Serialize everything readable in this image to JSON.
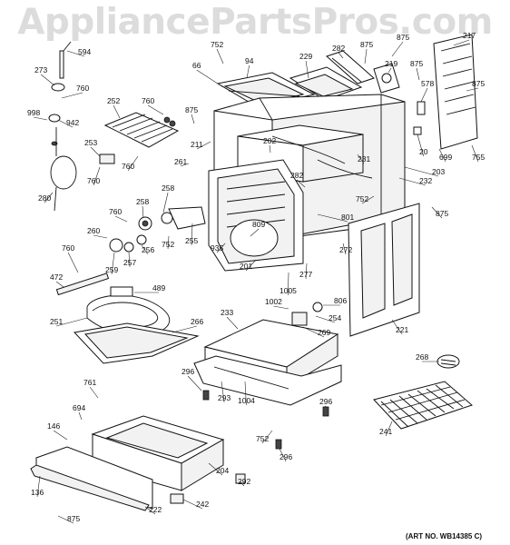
{
  "watermark": "AppliancePartsPros.com",
  "art_number": "(ART NO. WB14385 C)",
  "callouts": [
    {
      "id": "c1",
      "text": "752"
    },
    {
      "id": "c2",
      "text": "94"
    },
    {
      "id": "c3",
      "text": "282"
    },
    {
      "id": "c4",
      "text": "875"
    },
    {
      "id": "c5",
      "text": "875"
    },
    {
      "id": "c6",
      "text": "217"
    },
    {
      "id": "c7",
      "text": "594"
    },
    {
      "id": "c8",
      "text": "273"
    },
    {
      "id": "c9",
      "text": "760"
    },
    {
      "id": "c10",
      "text": "66"
    },
    {
      "id": "c11",
      "text": "229"
    },
    {
      "id": "c12",
      "text": "219"
    },
    {
      "id": "c13",
      "text": "875"
    },
    {
      "id": "c14",
      "text": "875"
    },
    {
      "id": "c15",
      "text": "578"
    },
    {
      "id": "c16",
      "text": "252"
    },
    {
      "id": "c17",
      "text": "760"
    },
    {
      "id": "c18",
      "text": "998"
    },
    {
      "id": "c19",
      "text": "942"
    },
    {
      "id": "c20",
      "text": "875"
    },
    {
      "id": "c21",
      "text": "211"
    },
    {
      "id": "c22",
      "text": "202"
    },
    {
      "id": "c23",
      "text": "253"
    },
    {
      "id": "c24",
      "text": "760"
    },
    {
      "id": "c25",
      "text": "760"
    },
    {
      "id": "c26",
      "text": "261"
    },
    {
      "id": "c27",
      "text": "20"
    },
    {
      "id": "c28",
      "text": "699"
    },
    {
      "id": "c29",
      "text": "755"
    },
    {
      "id": "c30",
      "text": "231"
    },
    {
      "id": "c31",
      "text": "203"
    },
    {
      "id": "c32",
      "text": "280"
    },
    {
      "id": "c33",
      "text": "282"
    },
    {
      "id": "c34",
      "text": "232"
    },
    {
      "id": "c35",
      "text": "258"
    },
    {
      "id": "c36",
      "text": "258"
    },
    {
      "id": "c37",
      "text": "752"
    },
    {
      "id": "c38",
      "text": "760"
    },
    {
      "id": "c39",
      "text": "809"
    },
    {
      "id": "c40",
      "text": "801"
    },
    {
      "id": "c41",
      "text": "875"
    },
    {
      "id": "c42",
      "text": "260"
    },
    {
      "id": "c43",
      "text": "256"
    },
    {
      "id": "c44",
      "text": "752"
    },
    {
      "id": "c45",
      "text": "255"
    },
    {
      "id": "c46",
      "text": "272"
    },
    {
      "id": "c47",
      "text": "760"
    },
    {
      "id": "c48",
      "text": "935"
    },
    {
      "id": "c49",
      "text": "259"
    },
    {
      "id": "c50",
      "text": "257"
    },
    {
      "id": "c51",
      "text": "201"
    },
    {
      "id": "c52",
      "text": "277"
    },
    {
      "id": "c53",
      "text": "472"
    },
    {
      "id": "c54",
      "text": "489"
    },
    {
      "id": "c55",
      "text": "1005"
    },
    {
      "id": "c56",
      "text": "1002"
    },
    {
      "id": "c57",
      "text": "806"
    },
    {
      "id": "c58",
      "text": "233"
    },
    {
      "id": "c59",
      "text": "254"
    },
    {
      "id": "c60",
      "text": "251"
    },
    {
      "id": "c61",
      "text": "266"
    },
    {
      "id": "c62",
      "text": "269"
    },
    {
      "id": "c63",
      "text": "221"
    },
    {
      "id": "c64",
      "text": "268"
    },
    {
      "id": "c65",
      "text": "296"
    },
    {
      "id": "c66",
      "text": "293"
    },
    {
      "id": "c67",
      "text": "1004"
    },
    {
      "id": "c68",
      "text": "761"
    },
    {
      "id": "c69",
      "text": "694"
    },
    {
      "id": "c70",
      "text": "146"
    },
    {
      "id": "c71",
      "text": "296"
    },
    {
      "id": "c72",
      "text": "241"
    },
    {
      "id": "c73",
      "text": "752"
    },
    {
      "id": "c74",
      "text": "296"
    },
    {
      "id": "c75",
      "text": "204"
    },
    {
      "id": "c76",
      "text": "292"
    },
    {
      "id": "c77",
      "text": "136"
    },
    {
      "id": "c78",
      "text": "222"
    },
    {
      "id": "c79",
      "text": "242"
    },
    {
      "id": "c80",
      "text": "875"
    }
  ]
}
